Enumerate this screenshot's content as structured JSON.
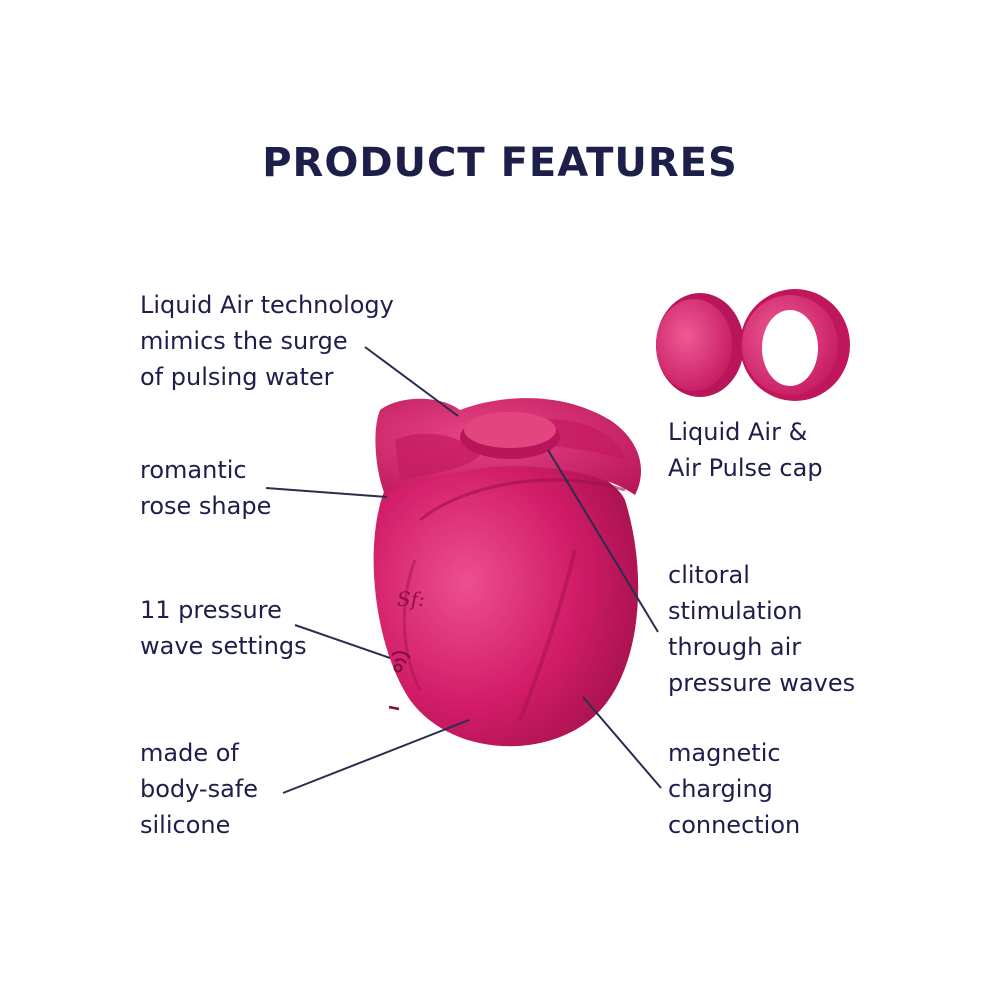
{
  "title": "PRODUCT FEATURES",
  "colors": {
    "text": "#1c1f4a",
    "product": "#d61f6b",
    "product_dark": "#a3134f",
    "product_light": "#ea4a8a",
    "leader_line": "#2a2d4f",
    "background": "#ffffff"
  },
  "features": {
    "liquid_air": "Liquid Air technology\nmimics the surge\nof pulsing water",
    "rose_shape": "romantic\nrose shape",
    "settings": "11 pressure\nwave settings",
    "material": "made of\nbody-safe\nsilicone",
    "caps": "Liquid Air &\nAir Pulse cap",
    "stimulation": "clitoral\nstimulation\nthrough air\npressure waves",
    "charging": "magnetic\ncharging\nconnection"
  },
  "product": {
    "logo_mark": "Sf",
    "button_icon": "pressure-wave-button"
  }
}
